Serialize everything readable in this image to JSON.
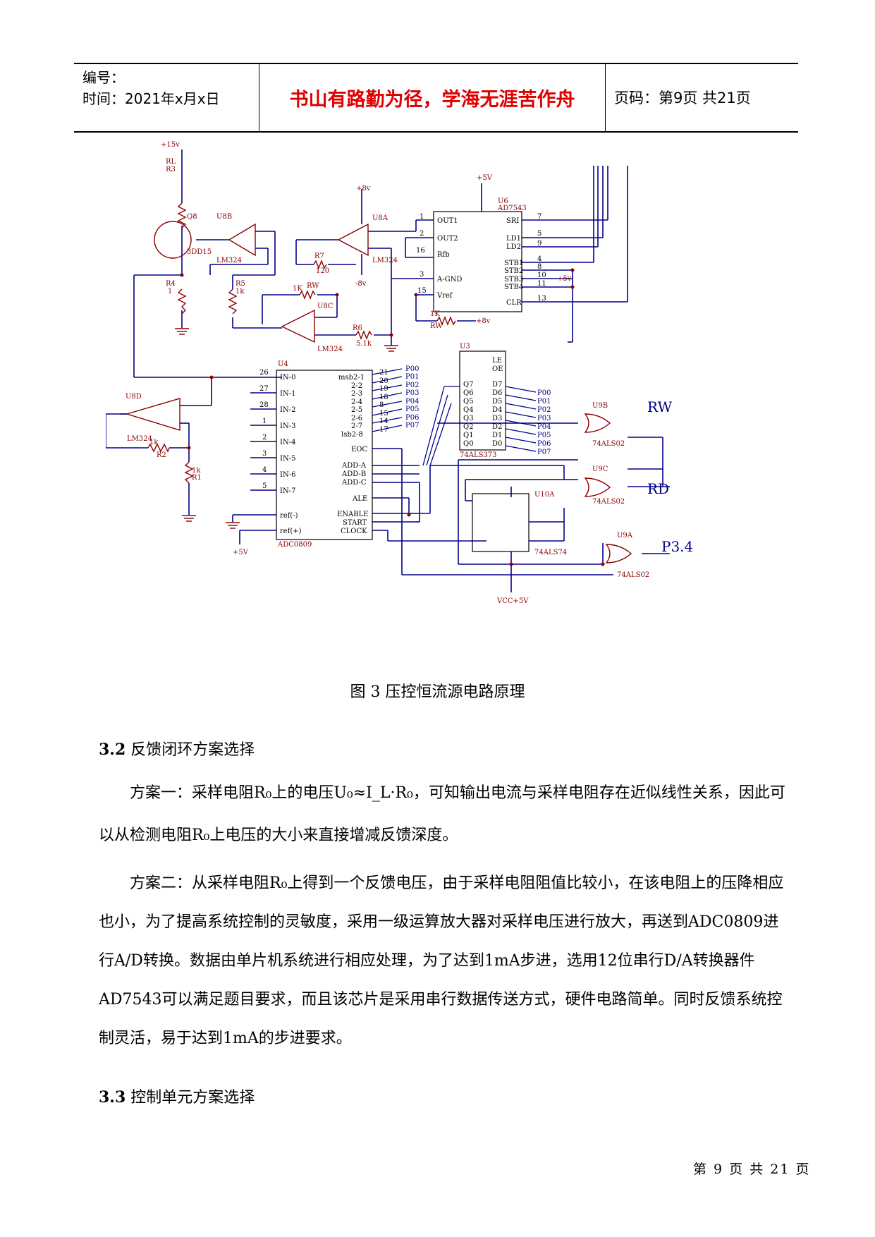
{
  "header": {
    "serial_label": "编号：",
    "time_label": "时间：2021年x月x日",
    "motto": "书山有路勤为径，学海无涯苦作舟",
    "page_label": "页码：第9页  共21页"
  },
  "figure": {
    "caption": "图 3    压控恒流源电路原理",
    "power_labels": [
      "+15v",
      "+8v",
      "-8v",
      "+5V",
      "+8v",
      "+5V",
      "+5v",
      "VCC+5V"
    ],
    "components": {
      "RL": "RL",
      "R3": "R3",
      "Q8": "Q8",
      "transistor": "3DD15",
      "U8B": "U8B",
      "U8A": "U8A",
      "U8C": "U8C",
      "U8D": "U8D",
      "LM324": "LM324",
      "R7": "R7",
      "R7_val": "120",
      "R4": "R4",
      "R4_val": "1",
      "R5": "R5",
      "R5_val": "1k",
      "RW": "RW",
      "RW_val": "1K",
      "R6": "R6",
      "R6_val": "5.1k",
      "R2": "R2",
      "R2_val": "1k",
      "R1": "R1",
      "R1_val": "1k",
      "U6": "U6",
      "AD7543": "AD7543",
      "U4": "U4",
      "ADC0809": "ADC0809",
      "U3": "U3",
      "74ALS373": "74ALS373",
      "U9B": "U9B",
      "U9C": "U9C",
      "U9A": "U9A",
      "74ALS02": "74ALS02",
      "U10A": "U10A",
      "74ALS74": "74ALS74",
      "RW_sig": "RW",
      "RD_sig": "RD",
      "P34": "P3.4"
    },
    "ad7543_left_pins": [
      "OUT1",
      "OUT2",
      "Rfb",
      "A-GND",
      "Vref"
    ],
    "ad7543_left_nums": [
      "1",
      "2",
      "16",
      "3",
      "15"
    ],
    "ad7543_right_pins": [
      "SRI",
      "LD1",
      "LD2",
      "STB1",
      "STB2",
      "STB3",
      "STB4",
      "CLR"
    ],
    "ad7543_right_nums": [
      "7",
      "5",
      "9",
      "4",
      "8",
      "10",
      "11",
      "13"
    ],
    "adc_in_pins": [
      "IN-0",
      "IN-1",
      "IN-2",
      "IN-3",
      "IN-4",
      "IN-5",
      "IN-6",
      "IN-7"
    ],
    "adc_in_nums": [
      "26",
      "27",
      "28",
      "1",
      "2",
      "3",
      "4",
      "5"
    ],
    "adc_out_pins": [
      "msb2-1",
      "2-2",
      "2-3",
      "2-4",
      "2-5",
      "2-6",
      "2-7",
      "lsb2-8"
    ],
    "adc_out_nums": [
      "21",
      "20",
      "19",
      "18",
      "8",
      "15",
      "14",
      "17"
    ],
    "adc_ctrl_pins": [
      "EOC",
      "ADD-A",
      "ADD-B",
      "ADD-C",
      "ALE",
      "ENABLE",
      "START",
      "CLOCK"
    ],
    "adc_ref_pins": [
      "ref(-)",
      "ref(+)"
    ],
    "p_labels": [
      "P00",
      "P01",
      "P02",
      "P03",
      "P04",
      "P05",
      "P06",
      "P07"
    ],
    "ls373_q": [
      "Q7",
      "Q6",
      "Q5",
      "Q4",
      "Q3",
      "Q2",
      "Q1",
      "Q0"
    ],
    "ls373_d": [
      "D7",
      "D6",
      "D5",
      "D4",
      "D3",
      "D2",
      "D1",
      "D0"
    ],
    "ls373_ctrl": [
      "LE",
      "OE"
    ]
  },
  "section_32": {
    "num": "3.2",
    "title": "反馈闭环方案选择",
    "para1": "方案一：采样电阻R₀上的电压U₀≈I_L·R₀，可知输出电流与采样电阻存在近似线性关系，因此可以从检测电阻R₀上电压的大小来直接增减反馈深度。",
    "para2": "方案二：从采样电阻R₀上得到一个反馈电压，由于采样电阻阻值比较小，在该电阻上的压降相应也小，为了提高系统控制的灵敏度，采用一级运算放大器对采样电压进行放大，再送到ADC0809进行A/D转换。数据由单片机系统进行相应处理，为了达到1mA步进，选用12位串行D/A转换器件AD7543可以满足题目要求，而且该芯片是采用串行数据传送方式，硬件电路简单。同时反馈系统控制灵活，易于达到1mA的步进要求。"
  },
  "section_33": {
    "num": "3.3",
    "title": "控制单元方案选择"
  },
  "footer": {
    "text": "第 9 页 共 21 页"
  },
  "colors": {
    "motto": "#e00000",
    "wire": "#00008b",
    "component": "#8b0000"
  }
}
